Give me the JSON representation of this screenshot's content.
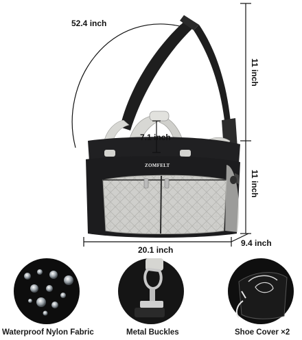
{
  "product": {
    "brand_label": "ZOMFELT"
  },
  "dimensions": {
    "strap_length": "52.4 inch",
    "handle_drop": "7.1 inch",
    "total_height": "11 inch",
    "bag_height": "11 inch",
    "bag_width": "20.1 inch",
    "bag_depth": "9.4 inch"
  },
  "features": [
    {
      "caption": "Waterproof Nylon Fabric",
      "icon": "water-drops-icon"
    },
    {
      "caption": "Metal Buckles",
      "icon": "metal-buckle-icon"
    },
    {
      "caption": "Shoe Cover ×2",
      "icon": "shoe-bag-icon"
    }
  ],
  "colors": {
    "bag_black": "#1c1c1e",
    "quilt_gray": "#c9c9c6",
    "handle_gray": "#d8d8d4",
    "feature_bg": "#0d0d0d"
  }
}
